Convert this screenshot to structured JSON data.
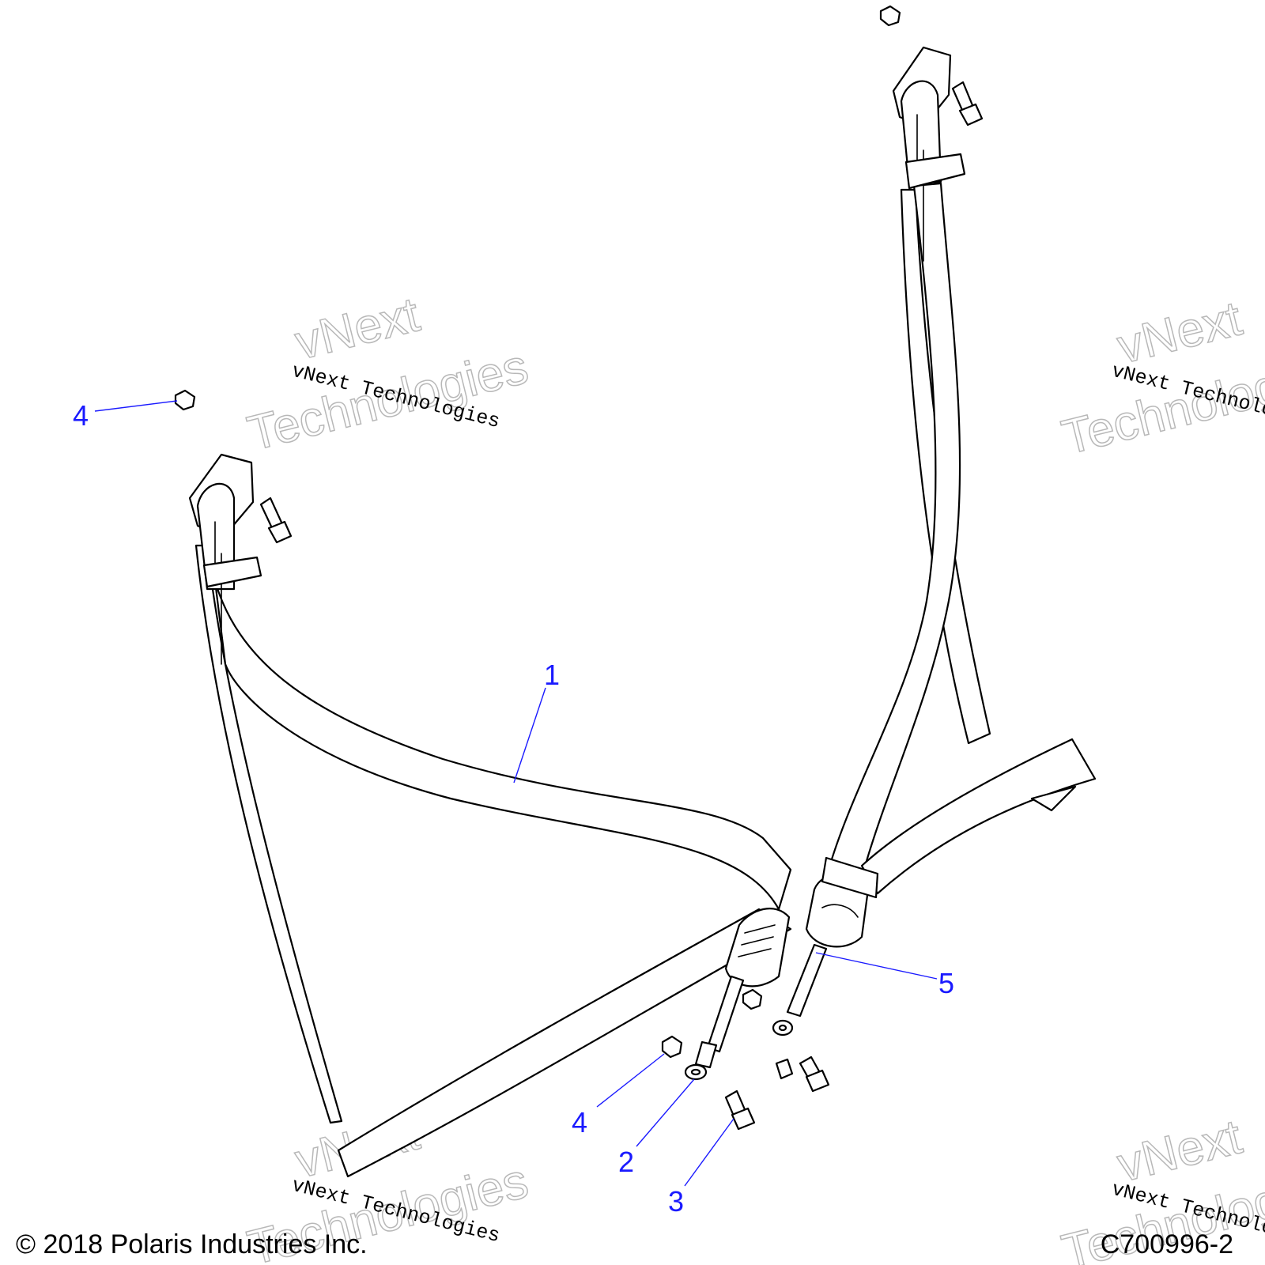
{
  "diagram": {
    "callouts": [
      {
        "id": "c1",
        "label": "1"
      },
      {
        "id": "c2",
        "label": "2"
      },
      {
        "id": "c3",
        "label": "3"
      },
      {
        "id": "c4a",
        "label": "4"
      },
      {
        "id": "c4b",
        "label": "4"
      },
      {
        "id": "c5",
        "label": "5"
      }
    ],
    "watermark": {
      "line": "vNext Technologies",
      "brand_word_1": "vNext",
      "brand_word_2": "Technologies"
    }
  },
  "footer": {
    "copyright": "© 2018 Polaris Industries Inc.",
    "drawing_number": "C700996-2"
  },
  "colors": {
    "callout": "#1a1aff",
    "line": "#000000",
    "watermark": "#b8b8b8"
  }
}
